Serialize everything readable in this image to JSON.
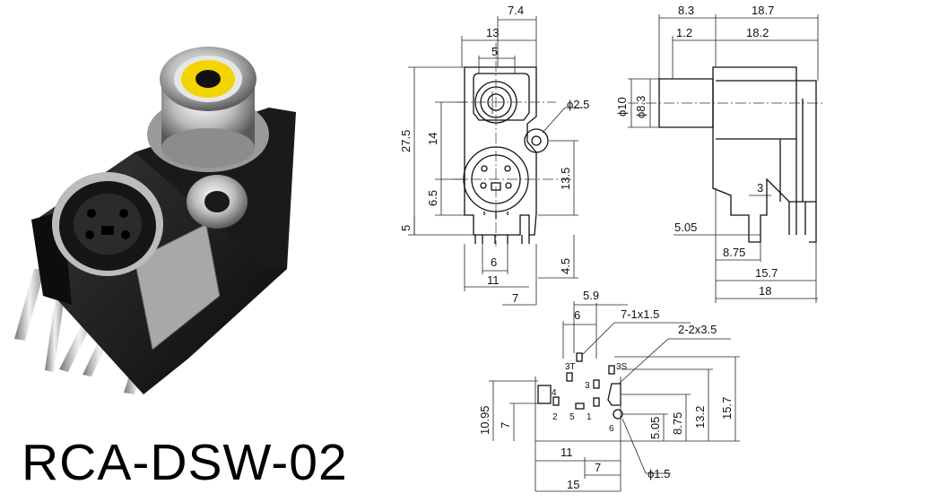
{
  "product": {
    "model": "RCA-DSW-02",
    "accent_color": "#f2d400"
  },
  "front_view": {
    "labels": {
      "w_7_4": "7.4",
      "w_13": "13",
      "w_5": "5",
      "dia_2_5": "ϕ2.5",
      "h_27_5": "27.5",
      "h_14": "14",
      "h_6_5": "6.5",
      "h_5": "5",
      "h_13_5": "13.5",
      "h_4_5": "4.5",
      "w_6": "6",
      "w_11": "11",
      "w_7": "7"
    }
  },
  "side_view": {
    "labels": {
      "w_8_3": "8.3",
      "w_18_7": "18.7",
      "w_1_2": "1.2",
      "w_18_2": "18.2",
      "dia_10": "ϕ10",
      "dia_8_3": "ϕ8.3",
      "w_3": "3",
      "w_5_05": "5.05",
      "w_8_75": "8.75",
      "w_15_7": "15.7",
      "w_18": "18"
    }
  },
  "pcb_layout": {
    "labels": {
      "w_5_9": "5.9",
      "w_6": "6",
      "holes_7": "7-1x1.5",
      "holes_2": "2-2x3.5",
      "pin_3t": "3T",
      "pin_3s": "3S",
      "pin_4": "4",
      "pin_3": "3",
      "pin_2": "2",
      "pin_5": "5",
      "pin_1": "1",
      "pin_6": "6",
      "h_10_95": "10.95",
      "h_7": "7",
      "h_8_75": "8.75",
      "h_13_2": "13.2",
      "h_15_7": "15.7",
      "h_5_05": "5.05",
      "w_11": "11",
      "w_7": "7",
      "w_15": "15",
      "dia_1_5": "ϕ1.5"
    }
  }
}
